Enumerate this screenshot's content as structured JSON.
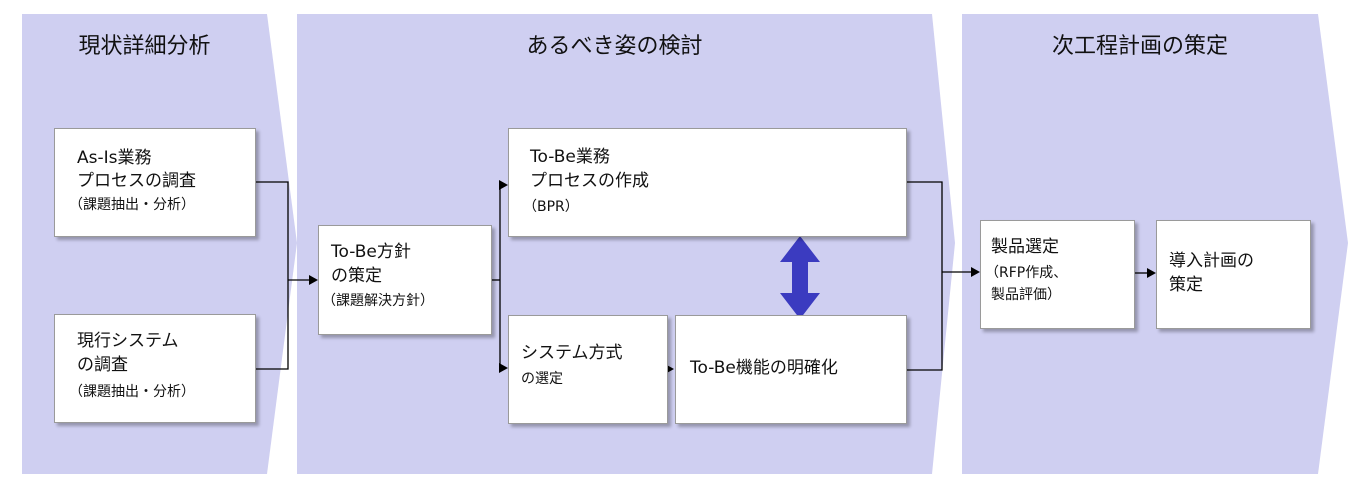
{
  "colors": {
    "phase_fill": "#cfcff1",
    "box_border": "#9a9a9a",
    "connector": "#000000",
    "double_arrow": "#3b3bc0"
  },
  "phases": [
    {
      "title": "現状詳細分析"
    },
    {
      "title": "あるべき姿の検討"
    },
    {
      "title": "次工程計画の策定"
    }
  ],
  "boxes": {
    "asis": {
      "line1": "As-Is業務",
      "line2": "プロセスの調査",
      "line3": "（課題抽出・分析）"
    },
    "current_system": {
      "line1": "現行システム",
      "line2": "の調査",
      "line3": "（課題抽出・分析）"
    },
    "tobe_policy": {
      "line1": "To-Be方針",
      "line2": "の策定",
      "line3": "（課題解決方針）"
    },
    "tobe_process": {
      "line1": "To-Be業務",
      "line2": "プロセスの作成",
      "line3": "（BPR）"
    },
    "system_method": {
      "line1": "システム方式",
      "line2": "の選定"
    },
    "tobe_function": {
      "line1": "To-Be機能の明確化"
    },
    "product_selection": {
      "line1": "製品選定",
      "line2": "（RFP作成、",
      "line3": "製品評価）"
    },
    "introduction_plan": {
      "line1": "導入計画の",
      "line2": "策定"
    }
  }
}
